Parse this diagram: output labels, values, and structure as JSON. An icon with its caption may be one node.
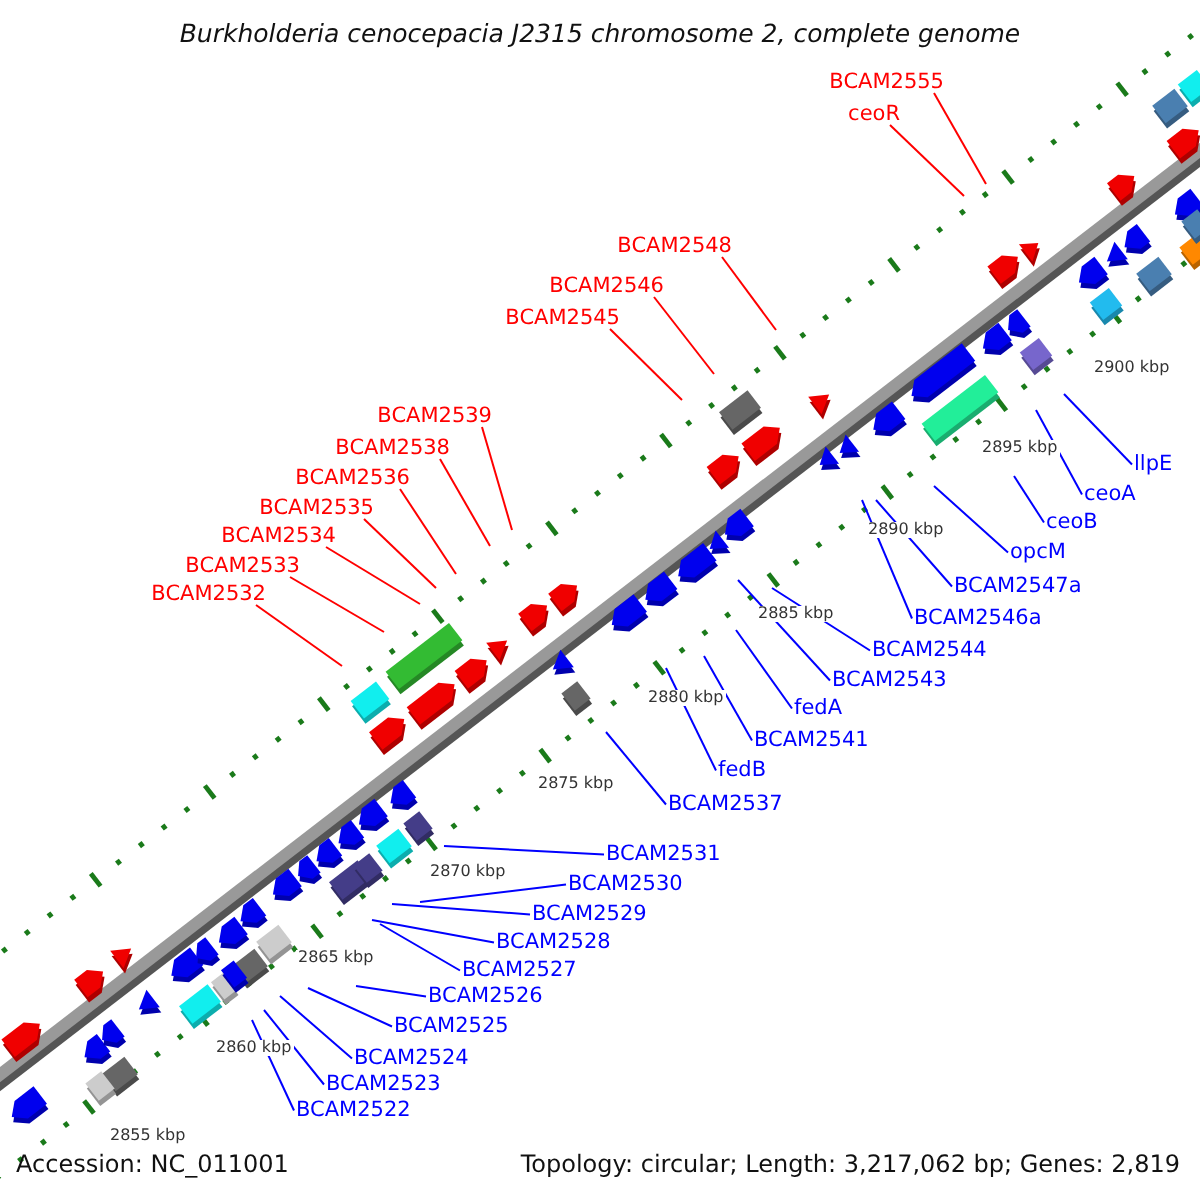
{
  "diagram": {
    "title": "Burkholderia cenocepacia J2315 chromosome 2, complete genome",
    "nodes": [
      {
        "text": [
          "BCAM2555"
        ]
      },
      {
        "text": [
          "ceoR"
        ]
      },
      {
        "text": [
          "BCAM2548"
        ]
      },
      {
        "text": [
          "BCAM2546"
        ]
      },
      {
        "text": [
          "BCAM2545"
        ]
      },
      {
        "text": [
          "BCAM2539"
        ]
      },
      {
        "text": [
          "BCAM2538"
        ]
      },
      {
        "text": [
          "BCAM2536"
        ]
      },
      {
        "text": [
          "BCAM2535"
        ]
      },
      {
        "text": [
          "BCAM2534"
        ]
      },
      {
        "text": [
          "BCAM2533"
        ]
      },
      {
        "text": [
          "BCAM2532"
        ]
      },
      {
        "text": [
          "llpE"
        ]
      },
      {
        "text": [
          "ceoA"
        ]
      },
      {
        "text": [
          "ceoB"
        ]
      },
      {
        "text": [
          "opcM"
        ]
      },
      {
        "text": [
          "BCAM2547a"
        ]
      },
      {
        "text": [
          "BCAM2546a"
        ]
      },
      {
        "text": [
          "BCAM2544"
        ]
      },
      {
        "text": [
          "BCAM2543"
        ]
      },
      {
        "text": [
          "fedA"
        ]
      },
      {
        "text": [
          "BCAM2541"
        ]
      },
      {
        "text": [
          "fedB"
        ]
      },
      {
        "text": [
          "BCAM2537"
        ]
      },
      {
        "text": [
          "BCAM2531"
        ]
      },
      {
        "text": [
          "BCAM2530"
        ]
      },
      {
        "text": [
          "BCAM2529"
        ]
      },
      {
        "text": [
          "BCAM2528"
        ]
      },
      {
        "text": [
          "BCAM2527"
        ]
      },
      {
        "text": [
          "BCAM2526"
        ]
      },
      {
        "text": [
          "BCAM2525"
        ]
      },
      {
        "text": [
          "BCAM2524"
        ]
      },
      {
        "text": [
          "BCAM2523"
        ]
      },
      {
        "text": [
          "BCAM2522"
        ]
      }
    ],
    "edges": [
      {
        "from": 0,
        "to": null,
        "arrow": "none",
        "color": "#ff0000"
      },
      {
        "from": 1,
        "to": null,
        "arrow": "none",
        "color": "#ff0000"
      },
      {
        "from": 2,
        "to": null,
        "arrow": "none",
        "color": "#ff0000"
      },
      {
        "from": 3,
        "to": null,
        "arrow": "none",
        "color": "#ff0000"
      },
      {
        "from": 4,
        "to": null,
        "arrow": "none",
        "color": "#ff0000"
      },
      {
        "from": 5,
        "to": null,
        "arrow": "none",
        "color": "#ff0000"
      },
      {
        "from": 6,
        "to": null,
        "arrow": "none",
        "color": "#ff0000"
      },
      {
        "from": 7,
        "to": null,
        "arrow": "none",
        "color": "#ff0000"
      },
      {
        "from": 8,
        "to": null,
        "arrow": "none",
        "color": "#ff0000"
      },
      {
        "from": 9,
        "to": null,
        "arrow": "none",
        "color": "#ff0000"
      },
      {
        "from": 10,
        "to": null,
        "arrow": "none",
        "color": "#ff0000"
      },
      {
        "from": 11,
        "to": null,
        "arrow": "none",
        "color": "#ff0000"
      },
      {
        "from": 12,
        "to": null,
        "arrow": "none"
      },
      {
        "from": 13,
        "to": null,
        "arrow": "none"
      },
      {
        "from": 14,
        "to": null,
        "arrow": "none"
      },
      {
        "from": 15,
        "to": null,
        "arrow": "none"
      },
      {
        "from": 16,
        "to": null,
        "arrow": "none"
      },
      {
        "from": 17,
        "to": null,
        "arrow": "none"
      },
      {
        "from": 18,
        "to": null,
        "arrow": "none"
      },
      {
        "from": 19,
        "to": null,
        "arrow": "none"
      },
      {
        "from": 20,
        "to": null,
        "arrow": "none"
      },
      {
        "from": 21,
        "to": null,
        "arrow": "none"
      },
      {
        "from": 22,
        "to": null,
        "arrow": "none"
      },
      {
        "from": 23,
        "to": null,
        "arrow": "none"
      },
      {
        "from": 24,
        "to": null,
        "arrow": "none"
      },
      {
        "from": 25,
        "to": null,
        "arrow": "none"
      },
      {
        "from": 26,
        "to": null,
        "arrow": "none"
      },
      {
        "from": 27,
        "to": null,
        "arrow": "none"
      },
      {
        "from": 28,
        "to": null,
        "arrow": "none"
      },
      {
        "from": 29,
        "to": null,
        "arrow": "none"
      },
      {
        "from": 30,
        "to": null,
        "arrow": "none"
      },
      {
        "from": 31,
        "to": null,
        "arrow": "none"
      },
      {
        "from": 32,
        "to": null,
        "arrow": "none"
      },
      {
        "from": 33,
        "to": null,
        "arrow": "none"
      }
    ],
    "labels": [
      "2900 kbp",
      "2895 kbp",
      "2890 kbp",
      "2885 kbp",
      "2880 kbp",
      "2875 kbp",
      "2870 kbp",
      "2865 kbp",
      "2860 kbp",
      "2855 kbp",
      "Accession: NC_011001",
      "Topology: circular; Length: 3,217,062 bp; Genes: 2,819"
    ]
  }
}
